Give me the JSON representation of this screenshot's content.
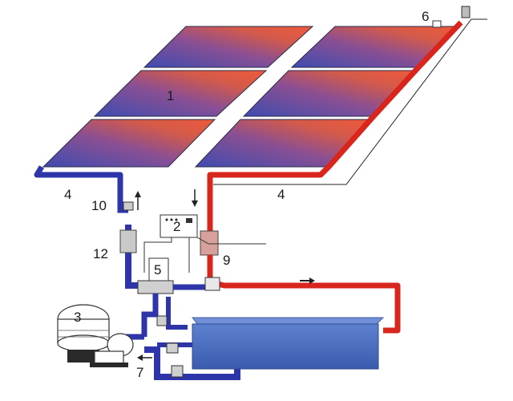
{
  "labels": {
    "l1": "1",
    "l2": "2",
    "l3": "3",
    "l4a": "4",
    "l4b": "4",
    "l5": "5",
    "l6": "6",
    "l7": "7",
    "l9": "9",
    "l10": "10",
    "l12": "12"
  },
  "colors": {
    "cold": "#2e35a8",
    "hot": "#d9261c",
    "panel_cold": "#4a55b4",
    "panel_mid": "#8a4a8e",
    "panel_hot": "#e05a3c",
    "pool": "#3f63b5",
    "pool_top": "#5a7fd0",
    "line": "#333333"
  }
}
